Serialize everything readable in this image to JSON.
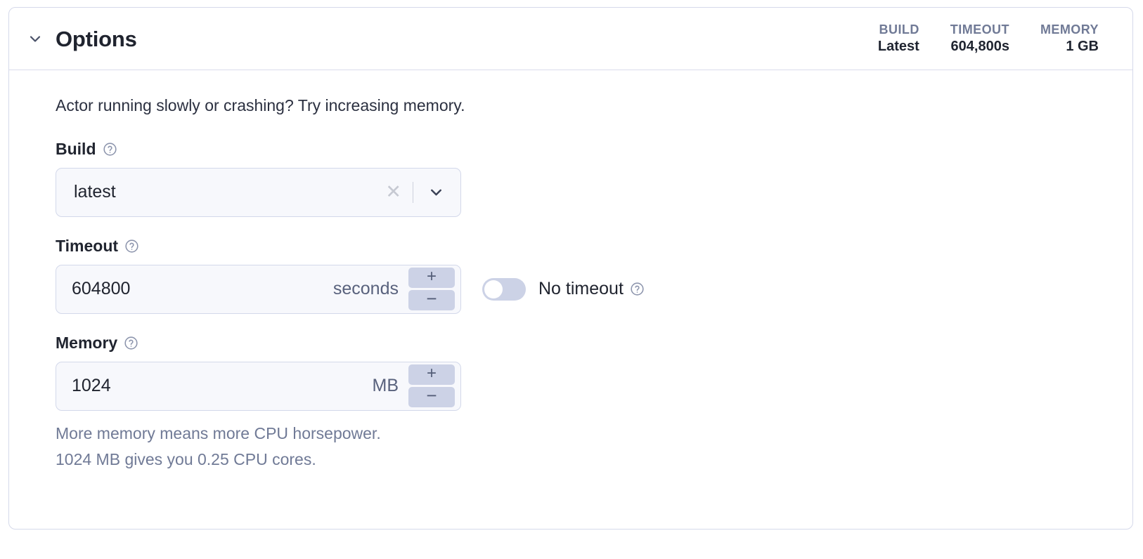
{
  "panel": {
    "title": "Options",
    "collapse_icon": "chevron-down-icon",
    "stats": [
      {
        "label": "BUILD",
        "value": "Latest"
      },
      {
        "label": "TIMEOUT",
        "value": "604,800s"
      },
      {
        "label": "MEMORY",
        "value": "1 GB"
      }
    ]
  },
  "body": {
    "intro": "Actor running slowly or crashing? Try increasing memory.",
    "build": {
      "label": "Build",
      "help_icon": "help-circle-icon",
      "value": "latest",
      "clear_icon": "close-icon",
      "dropdown_icon": "chevron-down-icon"
    },
    "timeout": {
      "label": "Timeout",
      "help_icon": "help-circle-icon",
      "value": "604800",
      "unit": "seconds",
      "increment_label": "+",
      "decrement_label": "−",
      "no_timeout_label": "No timeout",
      "no_timeout_help_icon": "help-circle-icon",
      "no_timeout_enabled": false
    },
    "memory": {
      "label": "Memory",
      "help_icon": "help-circle-icon",
      "value": "1024",
      "unit": "MB",
      "increment_label": "+",
      "decrement_label": "−",
      "helper_line_1": "More memory means more CPU horsepower.",
      "helper_line_2": "1024 MB gives you 0.25 CPU cores."
    }
  },
  "colors": {
    "card_border": "#d5d9ea",
    "field_bg": "#f7f8fc",
    "field_border": "#d3d8ea",
    "stepper_bg": "#ccd2e6",
    "muted_text": "#707a96",
    "title_text": "#20242f"
  }
}
